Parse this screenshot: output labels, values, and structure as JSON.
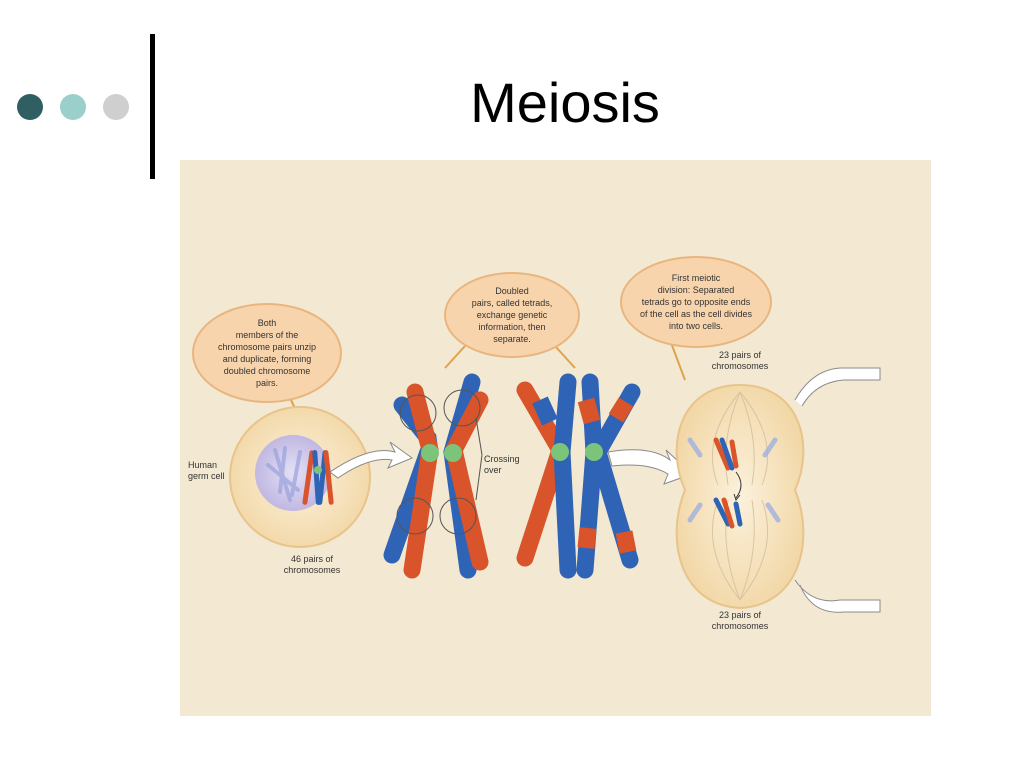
{
  "slide": {
    "title": "Meiosis"
  },
  "figure": {
    "bubble_1": "Both\nmembers of the\nchromosome pairs unzip\nand duplicate, forming\ndoubled chromosome\npairs.",
    "bubble_2": "Doubled\npairs, called tetrads,\nexchange genetic\ninformation, then\nseparate.",
    "bubble_3": "First meiotic\ndivision: Separated\ntetrads go to opposite ends\nof the cell as the cell divides\ninto two cells.",
    "germ_cell_label": "Human\ngerm cell",
    "pairs_46_label": "46 pairs of\nchromosomes",
    "crossing_over_label": "Crossing\nover",
    "pairs_23_top_label": "23 pairs of\nchromosomes",
    "pairs_23_bottom_label": "23 pairs of\nchromosomes",
    "colors": {
      "background": "#f3e8d1",
      "chromosome_red": "#d9532b",
      "chromosome_blue": "#2f63b5",
      "centromere": "#7cc47a",
      "cell_fill": "#f7e6c6",
      "nucleus": "#c8c2e6"
    }
  }
}
